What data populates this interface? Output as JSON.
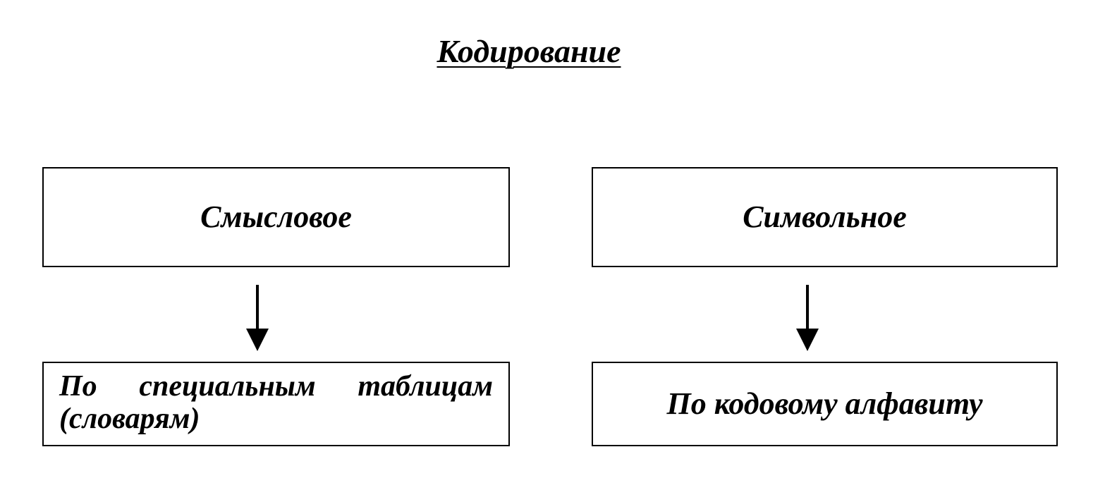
{
  "title": "Кодирование",
  "categories": [
    {
      "label": "Смысловое",
      "method": "По специальным таблицам (словарям)"
    },
    {
      "label": "Символьное",
      "method": "По кодовому алфавиту"
    }
  ]
}
